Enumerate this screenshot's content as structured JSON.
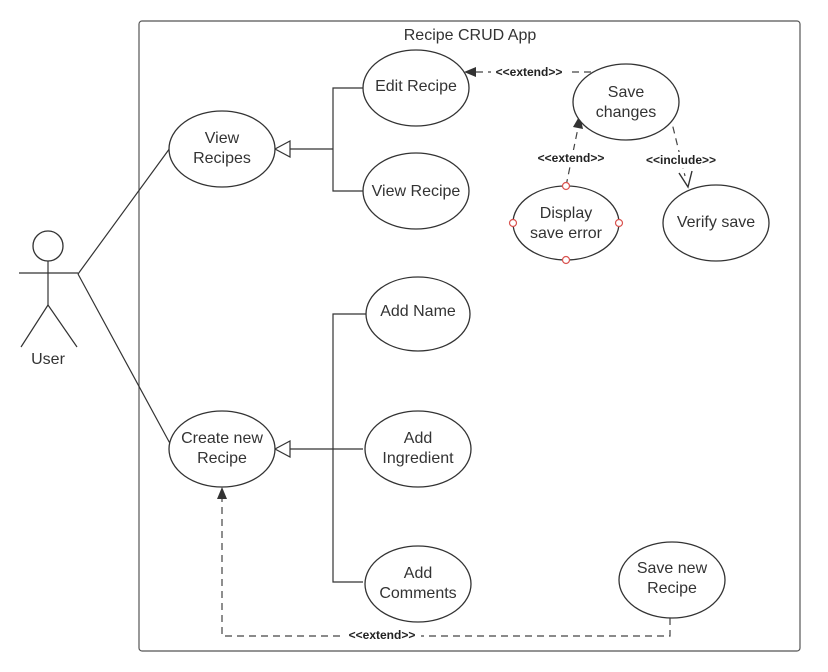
{
  "system": {
    "title": "Recipe CRUD App"
  },
  "actor": {
    "name": "User"
  },
  "use_cases": {
    "view_recipes": [
      "View",
      "Recipes"
    ],
    "edit_recipe": [
      "Edit Recipe"
    ],
    "view_recipe": [
      "View Recipe"
    ],
    "save_changes": [
      "Save",
      "changes"
    ],
    "display_save_error": [
      "Display",
      "save error"
    ],
    "verify_save": [
      "Verify save"
    ],
    "add_name": [
      "Add Name"
    ],
    "create_new_recipe": [
      "Create new",
      "Recipe"
    ],
    "add_ingredient": [
      "Add",
      "Ingredient"
    ],
    "add_comments": [
      "Add",
      "Comments"
    ],
    "save_new_recipe": [
      "Save new",
      "Recipe"
    ]
  },
  "relations": {
    "extend_edit": "<<extend>>",
    "extend_error": "<<extend>>",
    "include_verify": "<<include>>",
    "extend_create": "<<extend>>"
  },
  "colors": {
    "line": "#333333",
    "selection_handle": "#d9534f",
    "background": "#ffffff"
  }
}
